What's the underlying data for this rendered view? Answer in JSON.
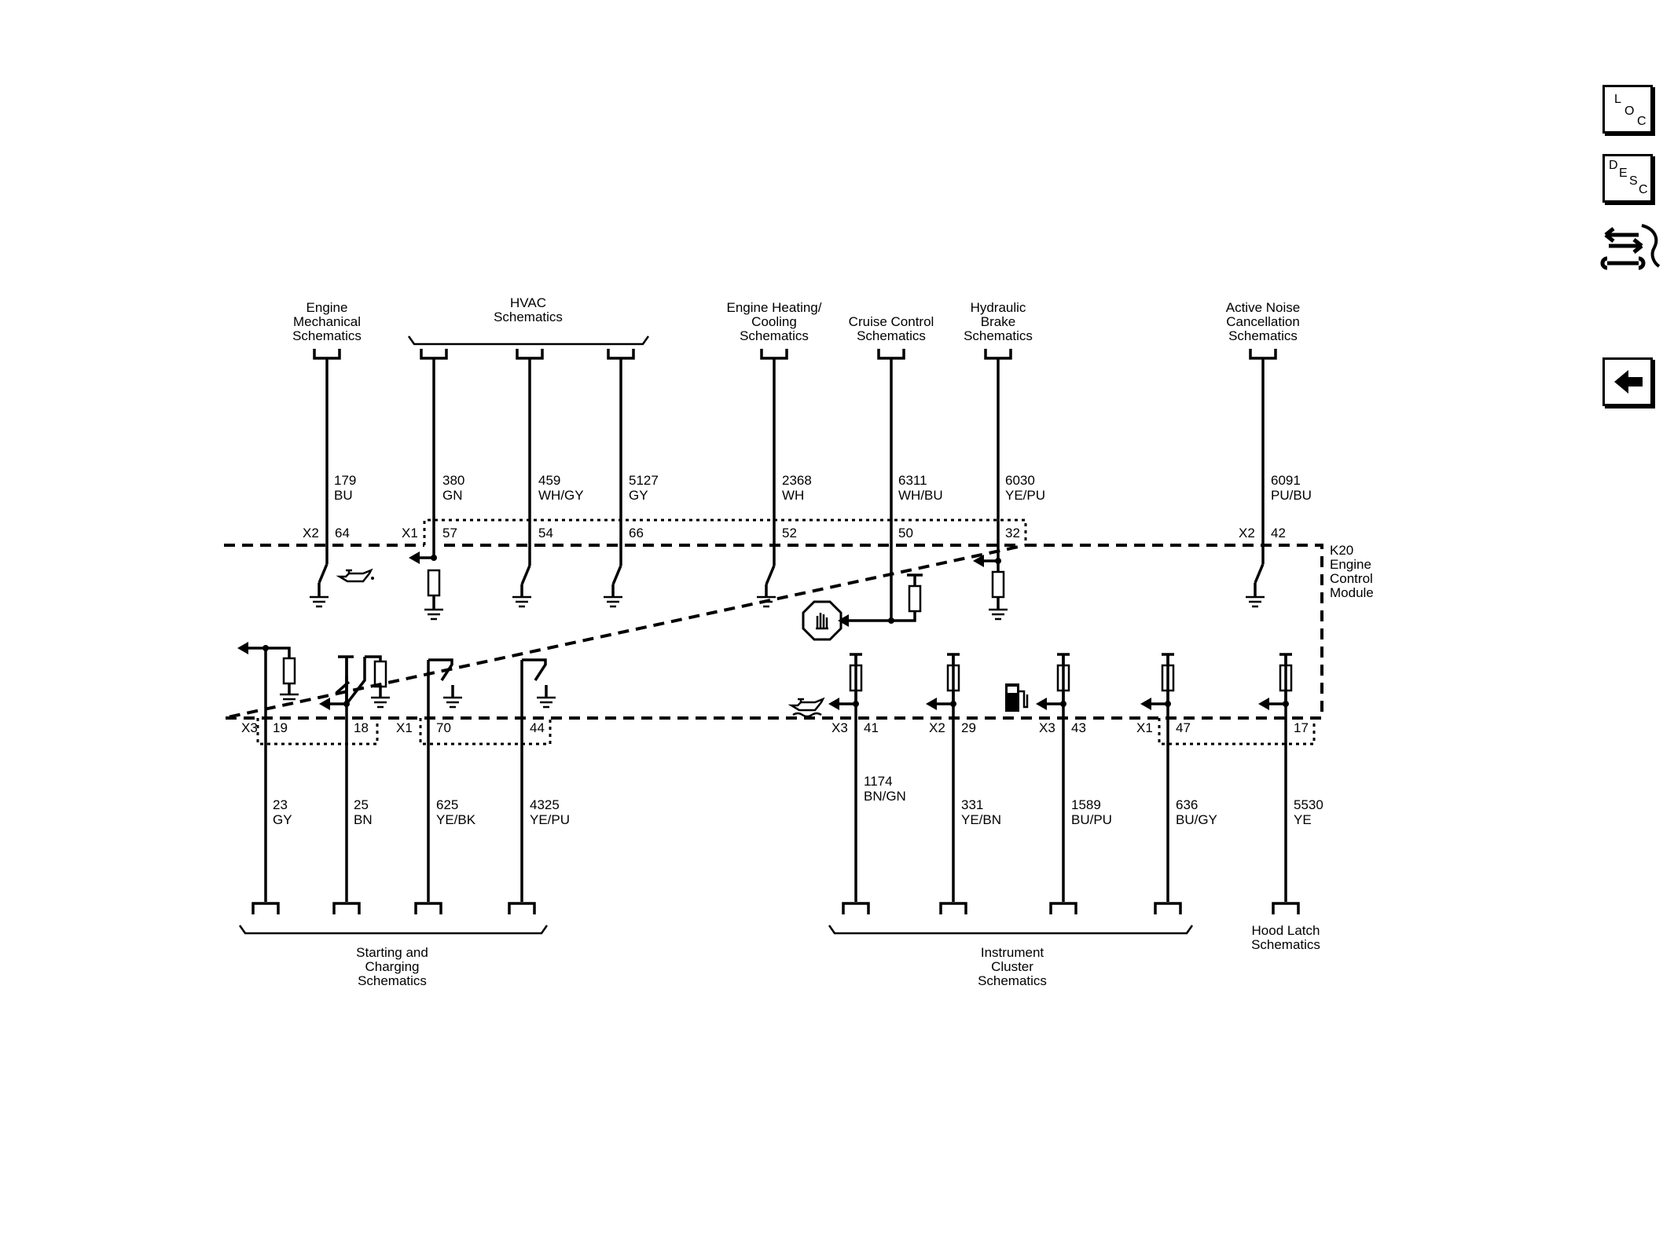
{
  "nav": {
    "loc": [
      "L",
      "O",
      "C"
    ],
    "desc": [
      "D",
      "E",
      "S",
      "C"
    ]
  },
  "module": {
    "lines": [
      "K20",
      "Engine",
      "Control",
      "Module"
    ]
  },
  "refs": {
    "engine_mech": [
      "Engine",
      "Mechanical",
      "Schematics"
    ],
    "hvac": [
      "HVAC",
      "Schematics"
    ],
    "engine_heating": [
      "Engine Heating/",
      "Cooling",
      "Schematics"
    ],
    "cruise": [
      "Cruise Control",
      "Schematics"
    ],
    "brake": [
      "Hydraulic",
      "Brake",
      "Schematics"
    ],
    "anc": [
      "Active Noise",
      "Cancellation",
      "Schematics"
    ],
    "starting": [
      "Starting and",
      "Charging",
      "Schematics"
    ],
    "cluster": [
      "Instrument",
      "Cluster",
      "Schematics"
    ],
    "hood": [
      "Hood Latch",
      "Schematics"
    ]
  },
  "connectors": {
    "x1": "X1",
    "x2": "X2",
    "x3": "X3"
  },
  "top_circuits": [
    {
      "pin": "64",
      "circuit": "179",
      "color": "BU"
    },
    {
      "pin": "57",
      "circuit": "380",
      "color": "GN"
    },
    {
      "pin": "54",
      "circuit": "459",
      "color": "WH/GY"
    },
    {
      "pin": "66",
      "circuit": "5127",
      "color": "GY"
    },
    {
      "pin": "52",
      "circuit": "2368",
      "color": "WH"
    },
    {
      "pin": "50",
      "circuit": "6311",
      "color": "WH/BU"
    },
    {
      "pin": "32",
      "circuit": "6030",
      "color": "YE/PU"
    },
    {
      "pin": "42",
      "circuit": "6091",
      "color": "PU/BU"
    }
  ],
  "bottom_circuits": [
    {
      "pin": "19",
      "circuit": "23",
      "color": "GY"
    },
    {
      "pin": "18",
      "circuit": "25",
      "color": "BN"
    },
    {
      "pin": "70",
      "circuit": "625",
      "color": "YE/BK"
    },
    {
      "pin": "44",
      "circuit": "4325",
      "color": "YE/PU"
    },
    {
      "pin": "41",
      "circuit": "1174",
      "color": "BN/GN"
    },
    {
      "pin": "29",
      "circuit": "331",
      "color": "YE/BN"
    },
    {
      "pin": "43",
      "circuit": "1589",
      "color": "BU/PU"
    },
    {
      "pin": "47",
      "circuit": "636",
      "color": "BU/GY"
    },
    {
      "pin": "17",
      "circuit": "5530",
      "color": "YE"
    }
  ]
}
